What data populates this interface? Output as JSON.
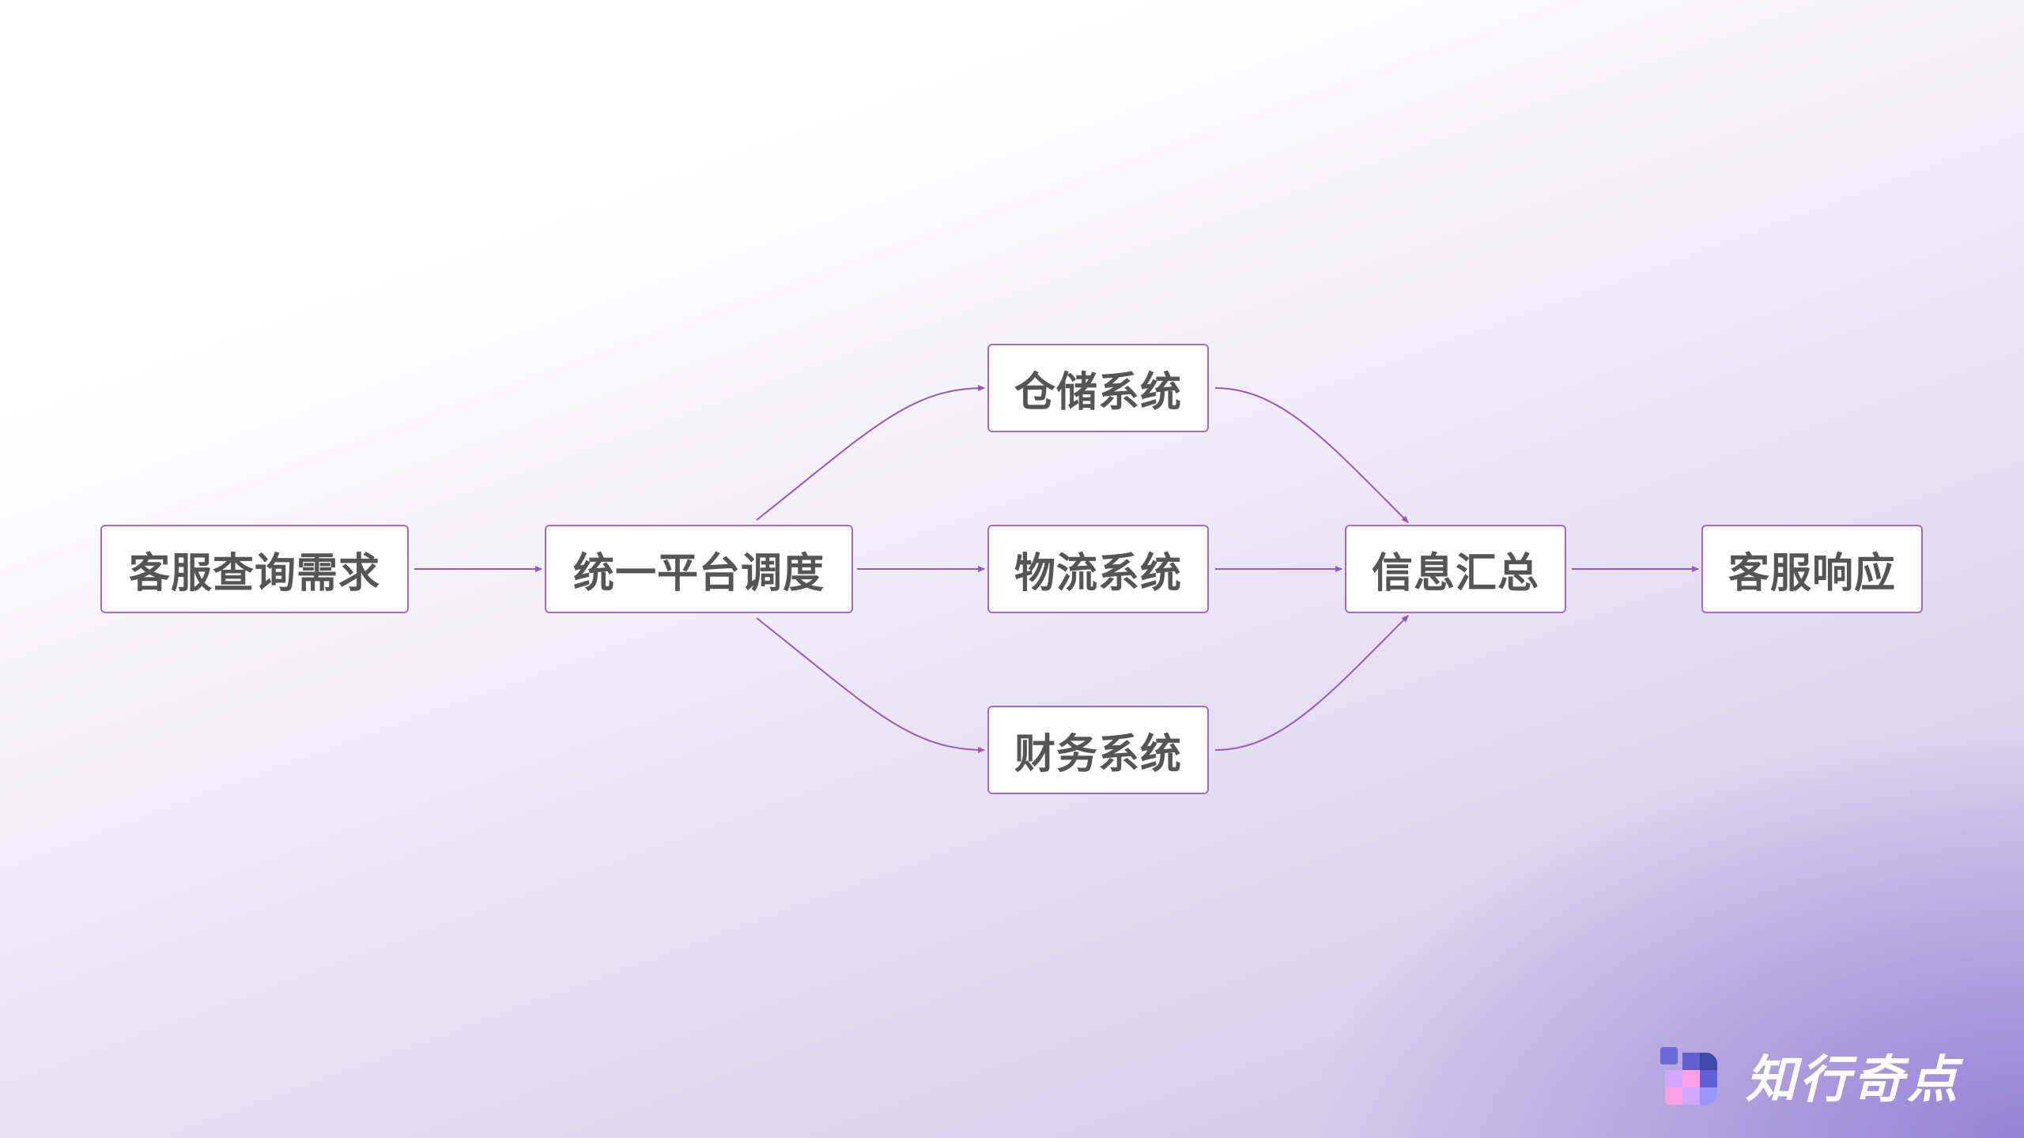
{
  "nodes": {
    "request": "客服查询需求",
    "dispatch": "统一平台调度",
    "warehouse": "仓储系统",
    "logistics": "物流系统",
    "finance": "财务系统",
    "summary": "信息汇总",
    "response": "客服响应"
  },
  "edges": [
    [
      "request",
      "dispatch"
    ],
    [
      "dispatch",
      "warehouse"
    ],
    [
      "dispatch",
      "logistics"
    ],
    [
      "dispatch",
      "finance"
    ],
    [
      "warehouse",
      "summary"
    ],
    [
      "logistics",
      "summary"
    ],
    [
      "finance",
      "summary"
    ],
    [
      "summary",
      "response"
    ]
  ],
  "colors": {
    "accent": "#a569c4",
    "text": "#555555"
  },
  "logo": {
    "text": "知行奇点"
  }
}
